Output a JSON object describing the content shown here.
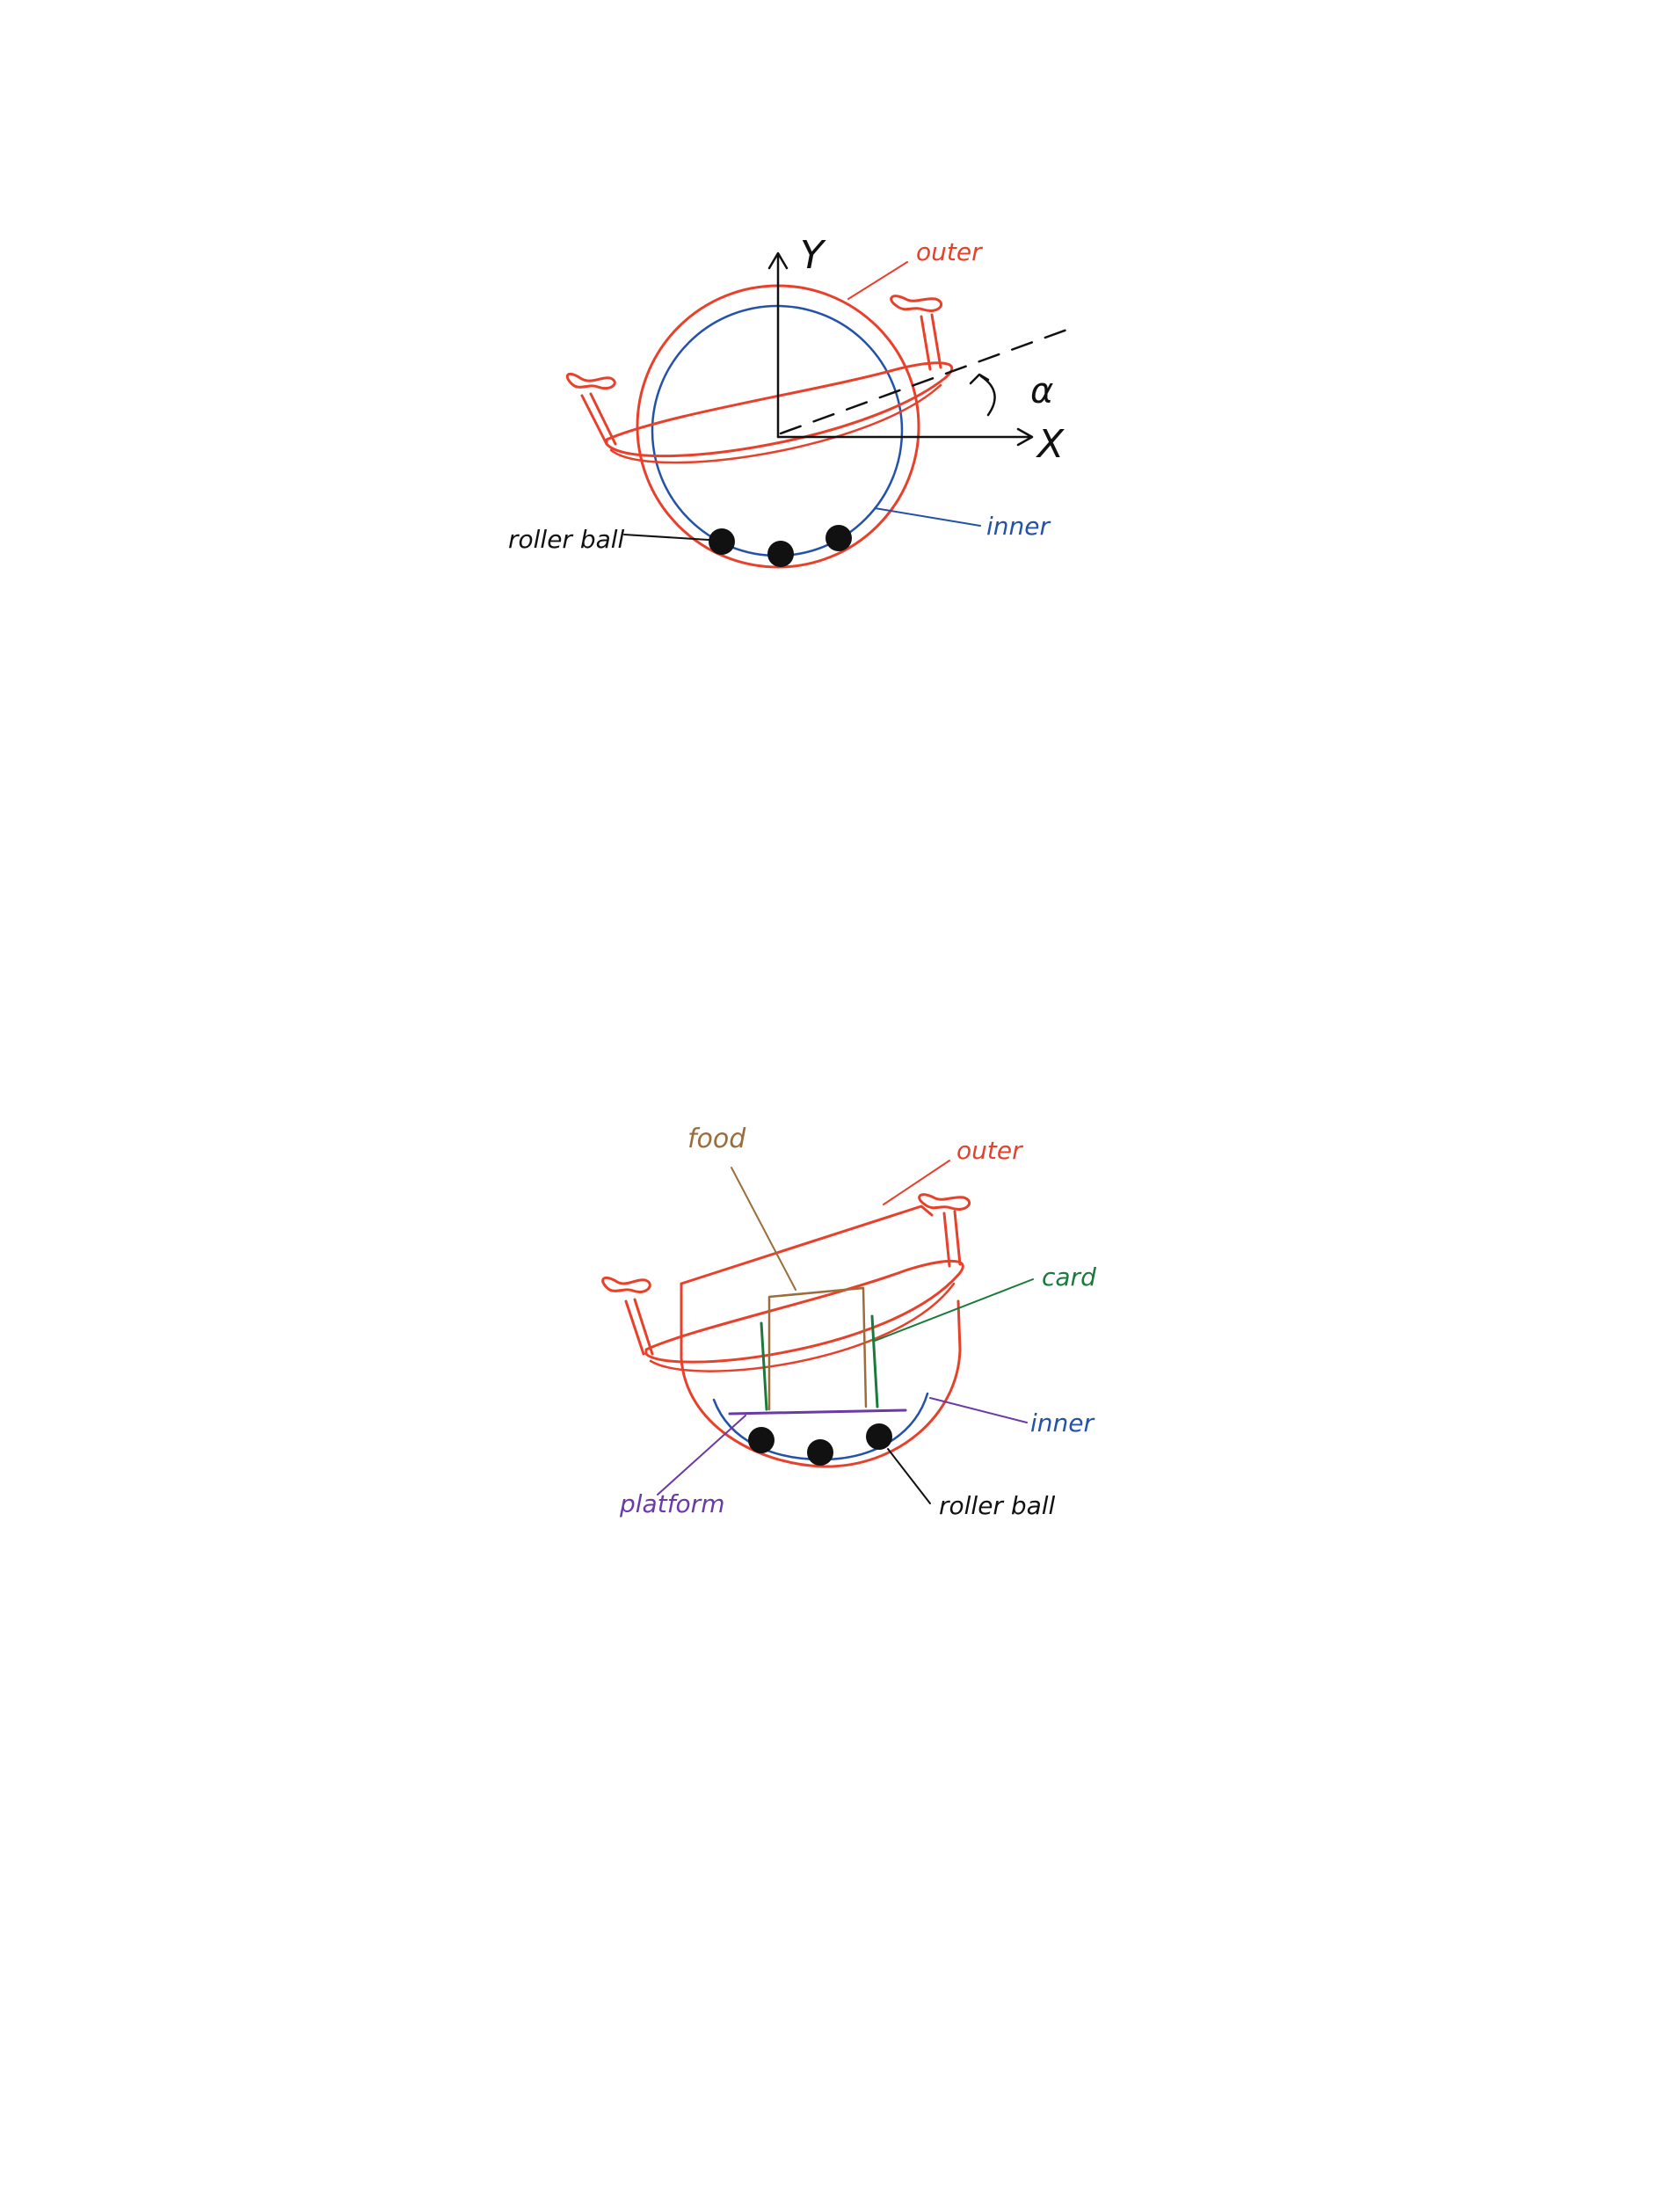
{
  "colors": {
    "outer": "#e8412b",
    "inner": "#2352a8",
    "black": "#111111",
    "food": "#9c6d3c",
    "card": "#1a7a3b",
    "platform": "#6a3aa6",
    "background": "#ffffff"
  },
  "figure1": {
    "labels": {
      "y_axis": "Y",
      "x_axis": "X",
      "angle": "α",
      "outer": "outer",
      "inner": "inner",
      "roller_ball": "roller ball"
    }
  },
  "figure2": {
    "labels": {
      "food": "food",
      "outer": "outer",
      "card": "card",
      "inner": "inner",
      "platform": "platform",
      "roller_ball": "roller ball"
    }
  }
}
